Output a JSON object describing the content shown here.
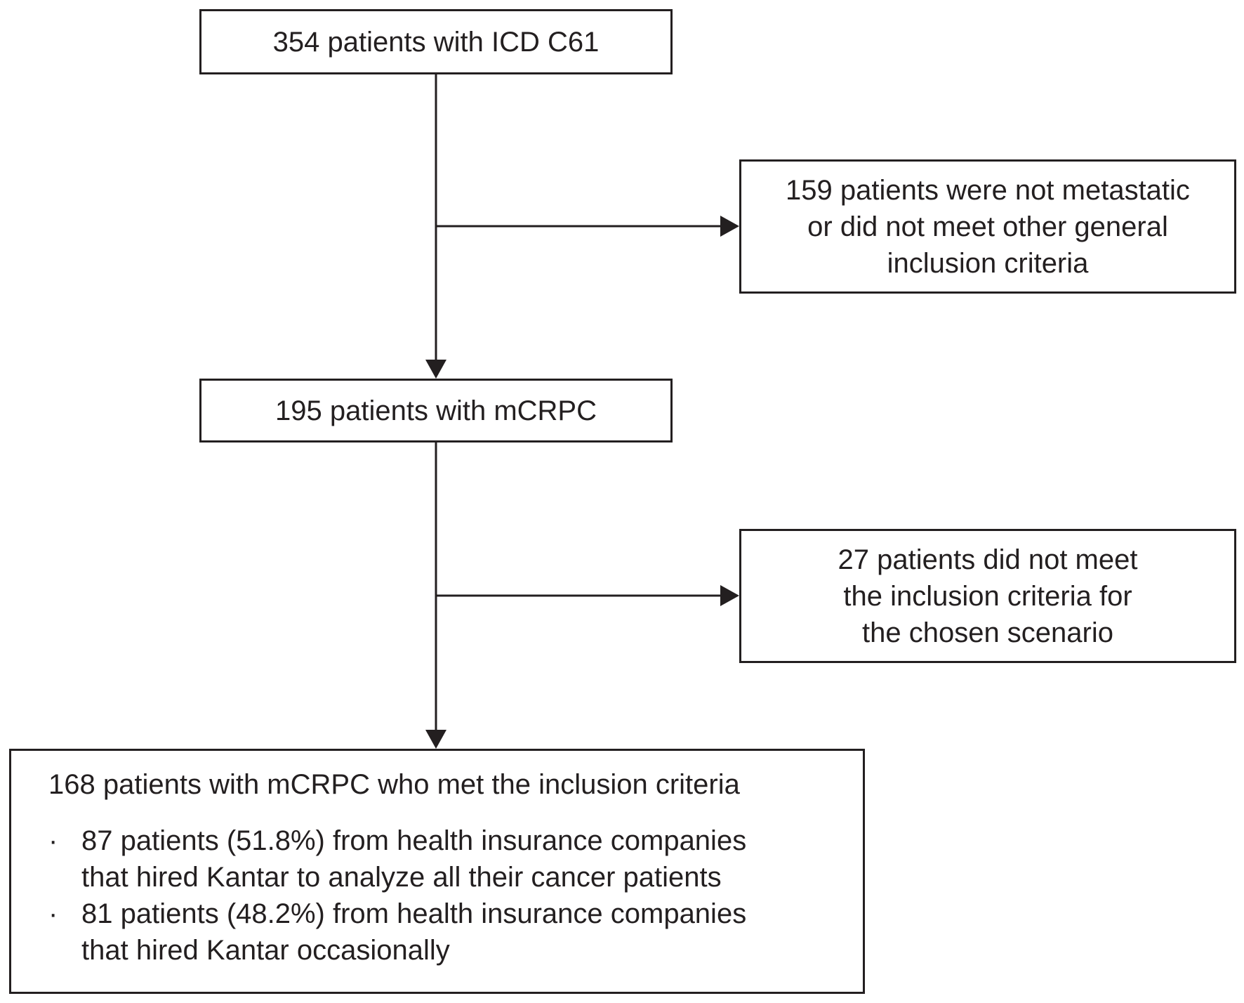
{
  "nodes": {
    "start": {
      "text": "354 patients with ICD C61"
    },
    "exclusion_1": {
      "lines": [
        "159 patients were not metastatic",
        "or did not meet other general",
        "inclusion criteria"
      ]
    },
    "middle": {
      "text": "195 patients with mCRPC"
    },
    "exclusion_2": {
      "lines": [
        "27 patients did not meet",
        "the inclusion criteria for",
        "the chosen scenario"
      ]
    },
    "final": {
      "title": "168 patients with mCRPC who met the inclusion criteria",
      "bullet_symbol": "·",
      "bullets": [
        {
          "line1": "87 patients (51.8%) from health insurance companies",
          "line2": "that hired Kantar to analyze all their cancer patients"
        },
        {
          "line1": "81 patients (48.2%) from health insurance companies",
          "line2": "that hired Kantar occasionally"
        }
      ]
    }
  }
}
